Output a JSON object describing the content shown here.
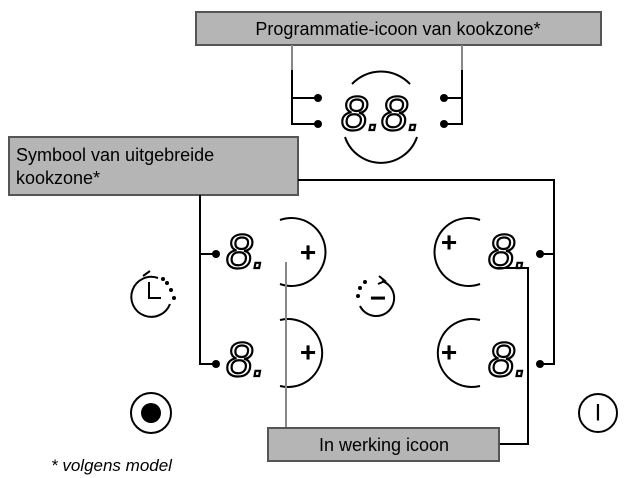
{
  "callouts": {
    "programming_icon": "Programmatie-icoon van kookzone*",
    "extended_zone_line1": "Symbool van uitgebreide",
    "extended_zone_line2": "kookzone*",
    "operating_icon": "In werking icoon"
  },
  "footnote": "* volgens model",
  "displays": {
    "timer_digits": "8.8.",
    "zone_digit": "8."
  },
  "controls": {
    "plus_symbol": "+",
    "power_symbol": "I",
    "minus_symbol": "−"
  },
  "colors": {
    "callout_fill": "#b5b5b5",
    "callout_border": "#555555",
    "connector_gray": "#888888",
    "ink": "#000000"
  }
}
